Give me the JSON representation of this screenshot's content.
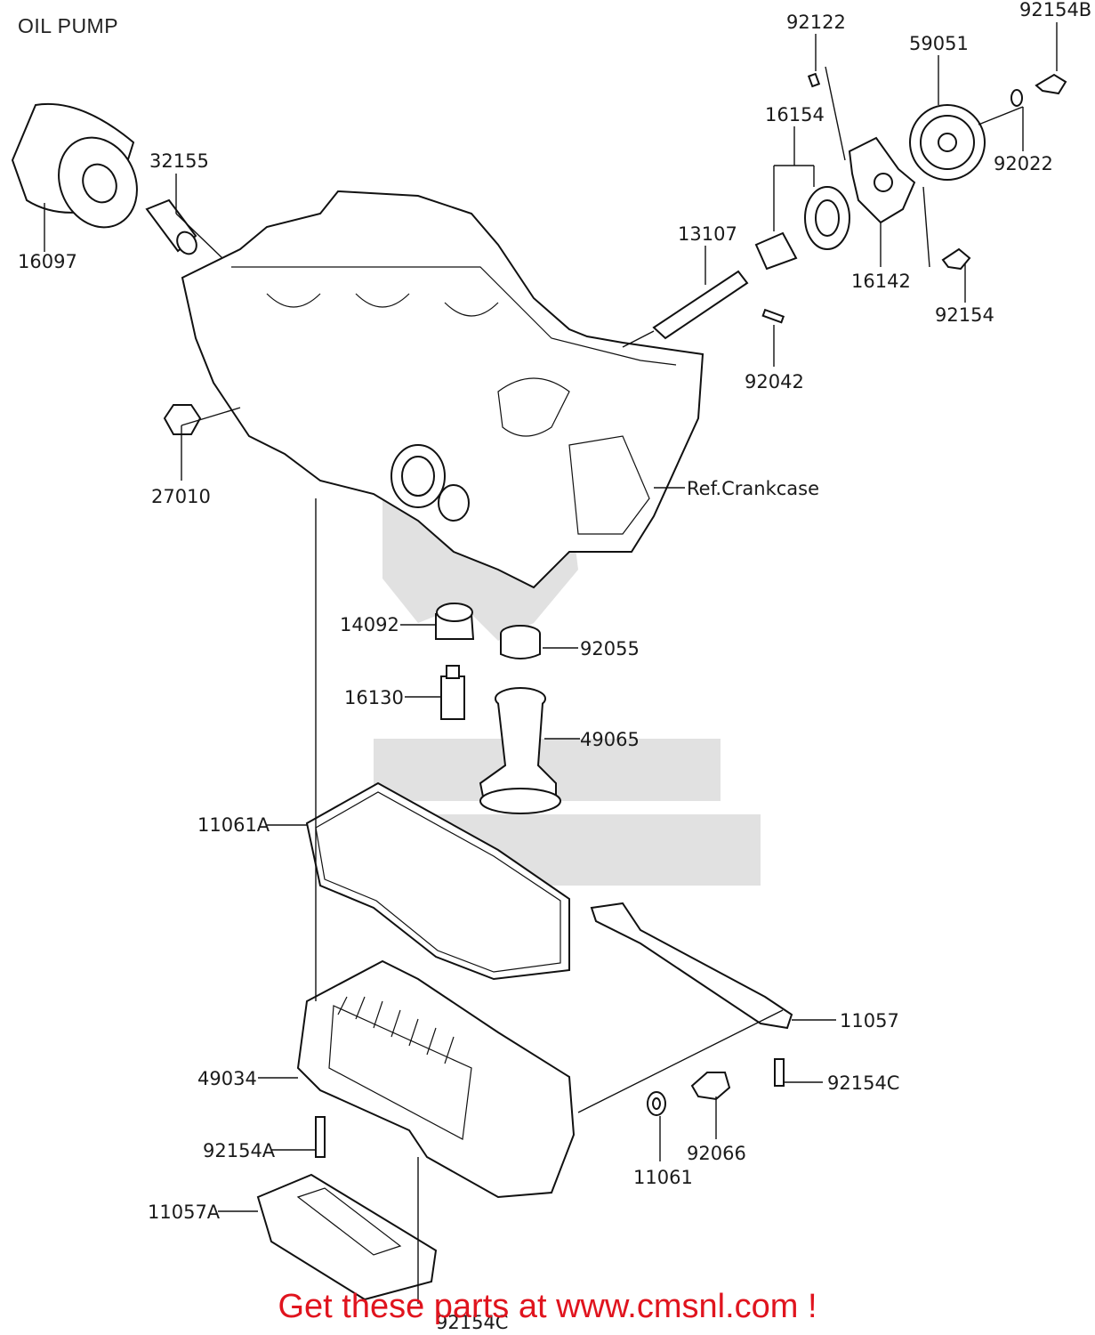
{
  "title": "OIL PUMP",
  "banner": "Get these parts at www.cmsnl.com !",
  "labels": {
    "p16097": "16097",
    "p32155": "32155",
    "p27010": "27010",
    "p92122": "92122",
    "p92154B": "92154B",
    "p59051": "59051",
    "p16154": "16154",
    "p92022": "92022",
    "p13107": "13107",
    "p16142": "16142",
    "p92154": "92154",
    "p92042": "92042",
    "ref_crankcase": "Ref.Crankcase",
    "p14092": "14092",
    "p92055": "92055",
    "p16130": "16130",
    "p49065": "49065",
    "p11061A": "11061A",
    "p11057": "11057",
    "p92154C_right": "92154C",
    "p49034": "49034",
    "p92066": "92066",
    "p92154A": "92154A",
    "p11061": "11061",
    "p11057A": "11057A",
    "p92154C_bottom": "92154C"
  },
  "colors": {
    "banner": "#e0141e",
    "line": "#111111",
    "watermark": "#c9c9c9"
  }
}
